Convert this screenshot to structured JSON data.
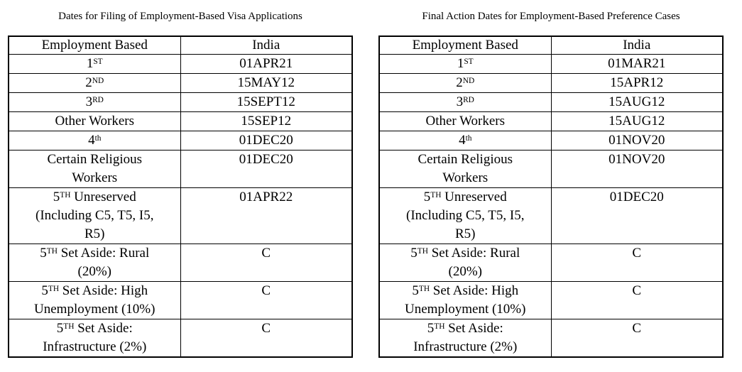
{
  "page": {
    "background_color": "#ffffff",
    "text_color": "#000000",
    "border_color": "#000000"
  },
  "tables": [
    {
      "name": "dates-for-filing",
      "title": "Dates for Filing of Employment-Based Visa Applications",
      "columns": [
        "Employment Based",
        "India"
      ],
      "rows": [
        {
          "category": "1^{ST}",
          "value": "01APR21"
        },
        {
          "category": "2^{ND}",
          "value": "15MAY12"
        },
        {
          "category": "3^{RD}",
          "value": "15SEPT12"
        },
        {
          "category": "Other Workers",
          "value": "15SEP12"
        },
        {
          "category": "4^{th}",
          "value": "01DEC20"
        },
        {
          "category": "Certain Religious\nWorkers",
          "value": "01DEC20"
        },
        {
          "category": "5^{TH} Unreserved\n(Including C5, T5, I5,\nR5)",
          "value": "01APR22"
        },
        {
          "category": "5^{TH} Set Aside: Rural\n(20%)",
          "value": "C"
        },
        {
          "category": "5^{TH} Set Aside: High\nUnemployment (10%)",
          "value": "C"
        },
        {
          "category": "5^{TH} Set Aside:\nInfrastructure (2%)",
          "value": "C"
        }
      ]
    },
    {
      "name": "final-action-dates",
      "title": "Final Action Dates for Employment-Based Preference Cases",
      "columns": [
        "Employment Based",
        "India"
      ],
      "rows": [
        {
          "category": "1^{ST}",
          "value": "01MAR21"
        },
        {
          "category": "2^{ND}",
          "value": "15APR12"
        },
        {
          "category": "3^{RD}",
          "value": "15AUG12"
        },
        {
          "category": "Other Workers",
          "value": "15AUG12"
        },
        {
          "category": "4^{th}",
          "value": "01NOV20"
        },
        {
          "category": "Certain Religious\nWorkers",
          "value": "01NOV20"
        },
        {
          "category": "5^{TH} Unreserved\n(Including C5, T5, I5,\nR5)",
          "value": "01DEC20"
        },
        {
          "category": "5^{TH} Set Aside: Rural\n(20%)",
          "value": "C"
        },
        {
          "category": "5^{TH} Set Aside: High\nUnemployment (10%)",
          "value": "C"
        },
        {
          "category": "5^{TH} Set Aside:\nInfrastructure (2%)",
          "value": "C"
        }
      ]
    }
  ]
}
